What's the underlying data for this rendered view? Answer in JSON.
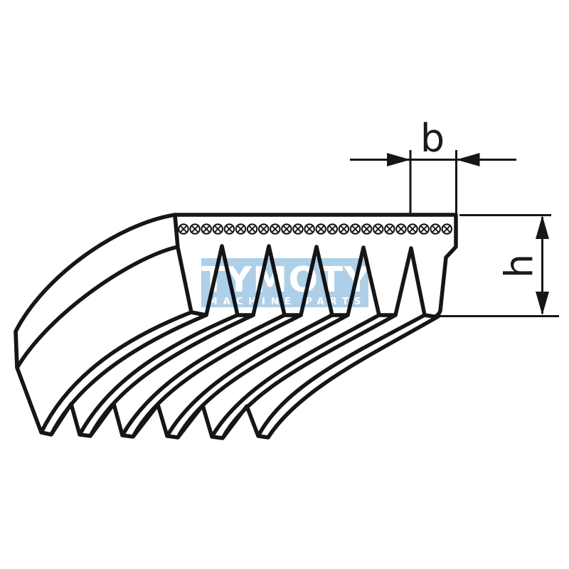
{
  "diagram": {
    "subject": "Poly-V ribbed belt technical drawing",
    "rib_count": 6,
    "groove_count": 5,
    "line_color": "#161616",
    "background_color": "#ffffff"
  },
  "dimensions": {
    "width_label": "b",
    "height_label": "h"
  },
  "watermark": {
    "brand": "TYMOTY",
    "tagline": "MACHINE PARTS",
    "bg_color": "#aecfe8",
    "text_color": "#ffffff"
  }
}
